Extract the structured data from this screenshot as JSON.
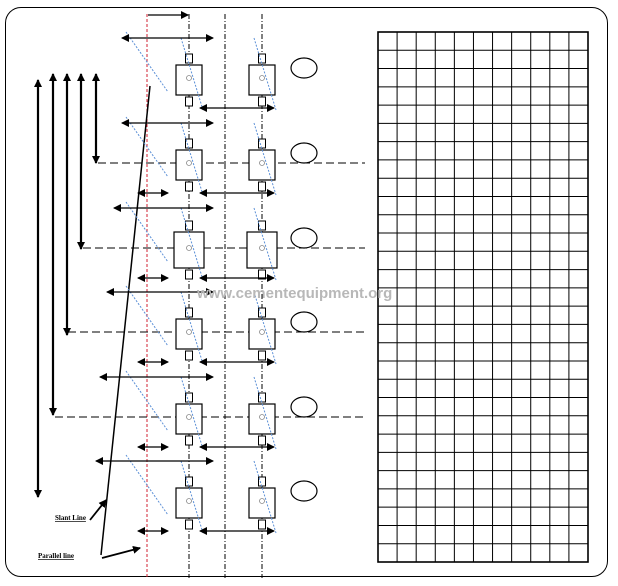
{
  "labels": {
    "slant_line": "Slant Line",
    "parallel_line": "Parallel line"
  },
  "watermark": "www.cementequipment.org",
  "rows": 6,
  "grid": {
    "rows": 29,
    "cols": 11
  },
  "colors": {
    "slant": "#5b8fd6",
    "reference": "#d02030",
    "line": "#000000"
  }
}
